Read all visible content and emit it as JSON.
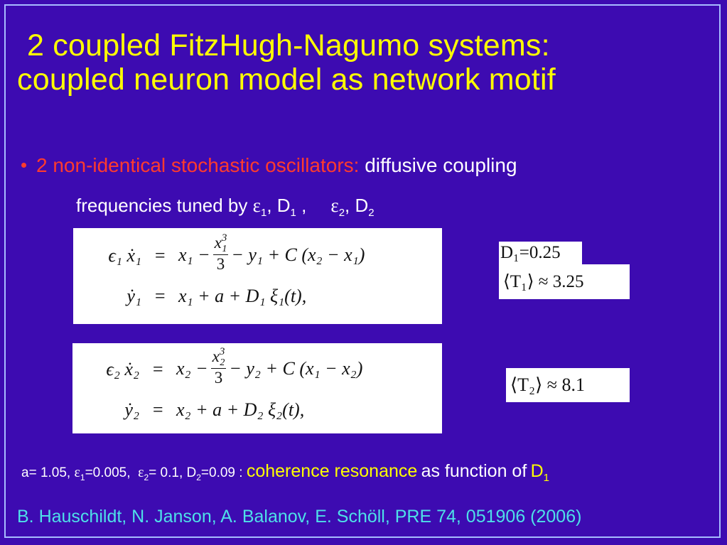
{
  "title": {
    "line1": "2 coupled FitzHugh-Nagumo systems:",
    "line2": "coupled neuron model as network motif"
  },
  "bullet": {
    "red_text": "2 non-identical stochastic oscillators:",
    "white_text": "diffusive coupling"
  },
  "frequencies": {
    "prefix": "frequencies tuned by",
    "eps": "ε",
    "eps1_sub": "1",
    "d1_label": "D",
    "d1_sub": "1",
    "eps2_sub": "2",
    "d2_label": "D",
    "d2_sub": "2"
  },
  "equations": {
    "system1": {
      "row1_lhs": "ϵ₁ ẋ₁",
      "row1_rhs_start": "x₁ −",
      "row1_frac_num": "x",
      "row1_frac_num_sup": "3",
      "row1_frac_num_sub": "1",
      "row1_frac_den": "3",
      "row1_rhs_end": "− y₁ + C (x₂ − x₁)",
      "row2_lhs": "ẏ₁",
      "row2_rhs": "x₁ + a + D₁ ξ₁(t),"
    },
    "system2": {
      "row1_lhs": "ϵ₂ ẋ₂",
      "row1_rhs_start": "x₂ −",
      "row1_frac_num": "x",
      "row1_frac_num_sup": "3",
      "row1_frac_num_sub": "2",
      "row1_frac_den": "3",
      "row1_rhs_end": "− y₂ + C (x₁ − x₂)",
      "row2_lhs": "ẏ₂",
      "row2_rhs": "x₂ + a + D₂ ξ₂(t),"
    },
    "eq_sign": "="
  },
  "results": {
    "d1_value": "D₁=0.25",
    "t1_value": "⟨T₁⟩ ≈ 3.25",
    "t2_value": "⟨T₂⟩ ≈ 8.1"
  },
  "parameters": {
    "a": "a= 1.05,",
    "eps_symbol": "ε",
    "eps1_sub": "1",
    "eps1_value": "=0.005,",
    "eps2_sub": "2",
    "eps2_value": "= 0.1, D",
    "d2_sub": "2",
    "d2_value": "=0.09 :",
    "highlight": "coherence resonance",
    "suffix": "as function of",
    "d1_label": "D",
    "d1_sub": "1"
  },
  "citation": "B. Hauschildt, N. Janson, A. Balanov, E. Schöll, PRE 74, 051906 (2006)",
  "colors": {
    "background": "#3d0bb1",
    "title": "#ffff00",
    "bullet": "#ff3b2d",
    "citation": "#4ee0e8",
    "frame": "#a7bcff"
  }
}
